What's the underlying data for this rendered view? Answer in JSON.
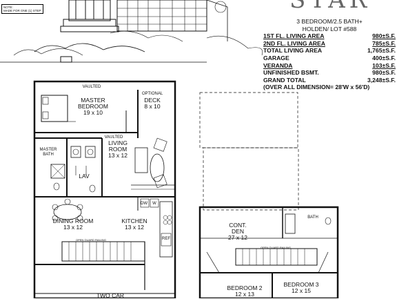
{
  "plan": {
    "name": "STAR",
    "subtitle_line1": "3 BEDROOM/2.5 BATH+",
    "subtitle_line2": "HOLDEN/ LOT #588",
    "note_line1": "NOTE:",
    "note_line2": "MADE FOR ONE (1) STEP",
    "specs": [
      {
        "label": "1ST FL. LIVING AREA",
        "value": "980±S.F.",
        "underline": true
      },
      {
        "label": "2ND FL. LIVING AREA",
        "value": "785±S.F.",
        "underline": true
      },
      {
        "label": "TOTAL LIVING AREA",
        "value": "1,765±S.F.",
        "underline": false
      },
      {
        "label": "GARAGE",
        "value": "400±S.F.",
        "underline": false
      },
      {
        "label": "VERANDA",
        "value": "103±S.F.",
        "underline": true
      },
      {
        "label": "UNFINISHED BSMT.",
        "value": "980±S.F.",
        "underline": false
      },
      {
        "label": "GRAND TOTAL",
        "value": "3,248±S.F.",
        "underline": false
      }
    ],
    "overall": "(OVER ALL DIMENSION= 28'W x 56'D)"
  },
  "first_floor": {
    "top_label": "VAULTED",
    "master_bedroom": "MASTER",
    "master_bedroom_2": "BEDROOM",
    "master_bedroom_dim": "19 x 10",
    "optional": "OPTIONAL",
    "deck": "DECK",
    "deck_dim": "8 x 10",
    "vaulted": "VAULTED",
    "living_room": "LIVING",
    "living_room_2": "ROOM",
    "living_room_dim": "13 x 12",
    "master_bath": "MASTER",
    "master_bath_2": "BATH",
    "lav": "LAV",
    "dining_room": "DINING ROOM",
    "dining_room_dim": "13 x 12",
    "kitchen": "KITCHEN",
    "kitchen_dim": "13 x 12",
    "ref_dw": "DW",
    "ref_ref": "REF",
    "ref_w": "W",
    "open_railing": "OPEN GUARD RAILING",
    "garage": "TWO CAR"
  },
  "second_floor": {
    "cont": "CONT.",
    "den": "DEN",
    "den_dim": "27 x 12",
    "bath": "BATH",
    "bedroom2": "BEDROOM 2",
    "bedroom2_dim": "12 x 13",
    "bedroom3": "BEDROOM 3",
    "bedroom3_dim": "12 x 15",
    "open_railing": "OPEN GUARD RAILING"
  }
}
